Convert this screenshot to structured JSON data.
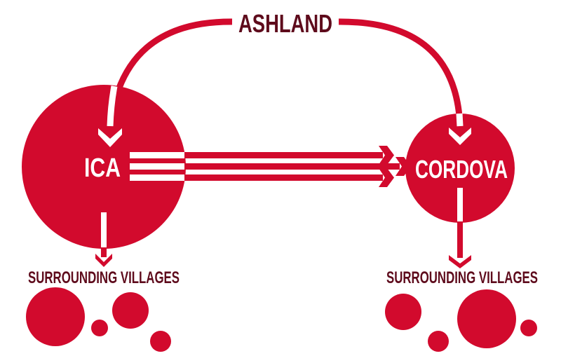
{
  "diagram": {
    "colors": {
      "primary_red": "#d20a2d",
      "dark_label": "#5e0b1c",
      "background": "#ffffff",
      "on_red_text": "#ffffff"
    },
    "top_node": {
      "label": "ASHLAND"
    },
    "nodes": [
      {
        "id": "ica",
        "label": "ICA",
        "shape": "large-circle"
      },
      {
        "id": "cordova",
        "label": "CORDOVA",
        "shape": "medium-circle"
      }
    ],
    "edges": [
      {
        "from": "ASHLAND",
        "to": "ICA",
        "type": "curved-arrow"
      },
      {
        "from": "ASHLAND",
        "to": "CORDOVA",
        "type": "curved-arrow"
      },
      {
        "from": "ICA",
        "to": "CORDOVA",
        "type": "triple-arrow",
        "count": 3
      },
      {
        "from": "ICA",
        "to": "SURROUNDING VILLAGES (left)",
        "type": "down-arrow"
      },
      {
        "from": "CORDOVA",
        "to": "SURROUNDING VILLAGES (right)",
        "type": "down-arrow"
      }
    ],
    "village_groups": [
      {
        "label": "SURROUNDING VILLAGES",
        "side": "left",
        "circle_count": 4
      },
      {
        "label": "SURROUNDING VILLAGES",
        "side": "right",
        "circle_count": 4
      }
    ]
  }
}
